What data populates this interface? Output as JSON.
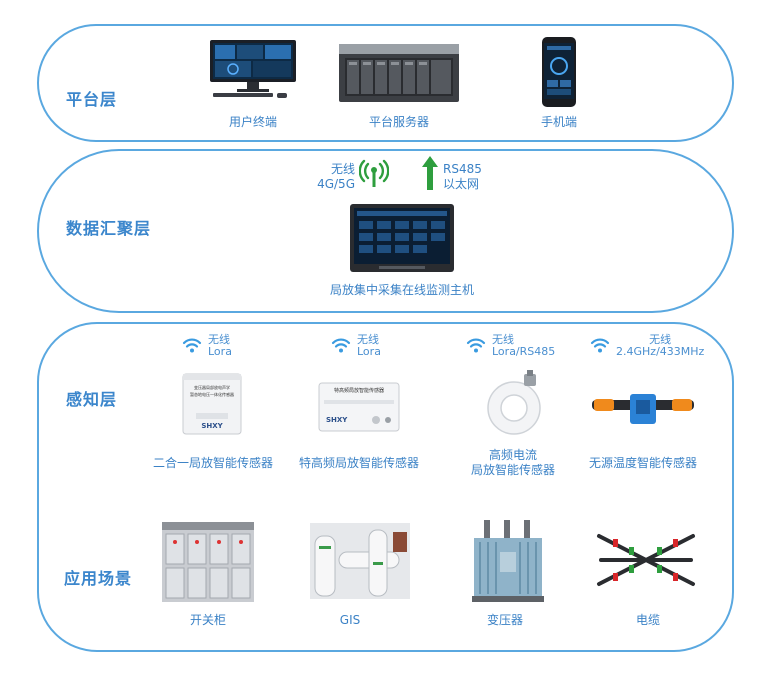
{
  "layers": {
    "platform": {
      "title": "平台层",
      "items": [
        "用户终端",
        "平台服务器",
        "手机端"
      ]
    },
    "aggregation": {
      "title": "数据汇聚层",
      "wireless_label": "无线",
      "wireless_spec": "4G/5G",
      "wired_label_1": "RS485",
      "wired_label_2": "以太网",
      "device": "局放集中采集在线监测主机"
    },
    "perception": {
      "title": "感知层",
      "sensors": [
        {
          "wireless": "无线",
          "protocol": "Lora",
          "name": "二合一局放智能传感器"
        },
        {
          "wireless": "无线",
          "protocol": "Lora",
          "name": "特高频局放智能传感器"
        },
        {
          "wireless": "无线",
          "protocol": "Lora/RS485",
          "name_line1": "高频电流",
          "name_line2": "局放智能传感器"
        },
        {
          "wireless": "无线",
          "protocol": "2.4GHz/433MHz",
          "name": "无源温度智能传感器"
        }
      ],
      "device_text": {
        "d1_line1": "变压器局部放电声学",
        "d1_line2": "暂态地电压一体化传感器",
        "d1_brand": "SHXY",
        "d2_title": "特高频局放智能传感器",
        "d2_brand": "SHXY"
      }
    },
    "application": {
      "title": "应用场景",
      "items": [
        "开关柜",
        "GIS",
        "变压器",
        "电缆"
      ]
    }
  },
  "colors": {
    "border": "#5aa8e0",
    "title": "#3b86cc",
    "caption": "#3b82c6",
    "wifi": "#3a9be0",
    "antenna": "#2e9e3e"
  }
}
